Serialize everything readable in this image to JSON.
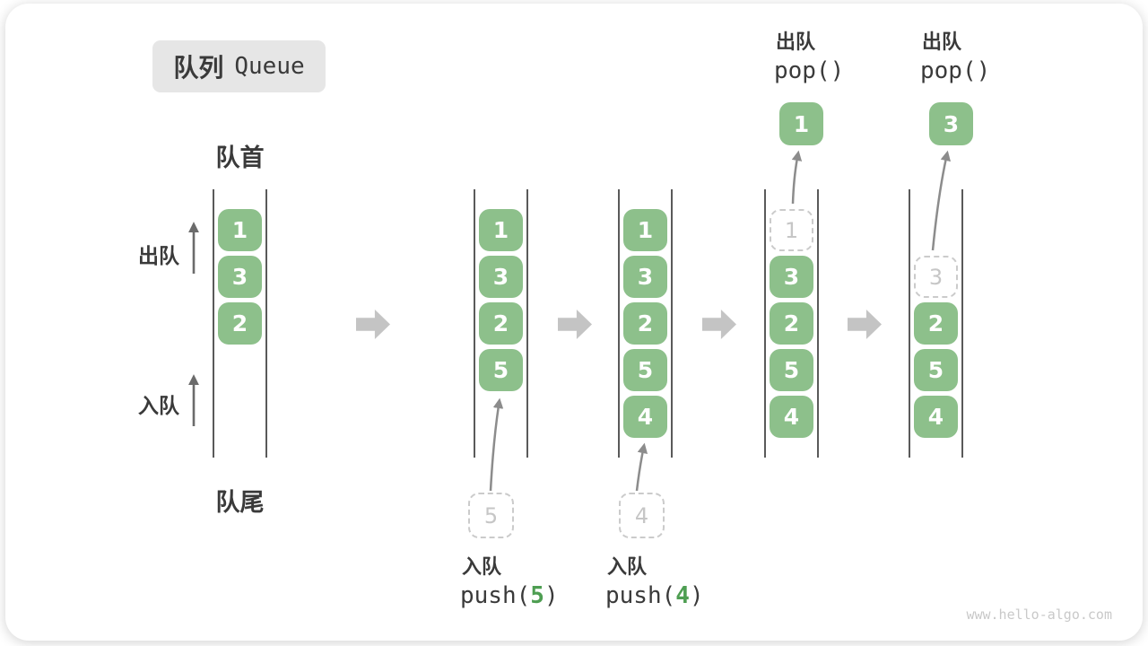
{
  "title": {
    "zh": "队列",
    "en": "Queue"
  },
  "labels": {
    "front": "队首",
    "rear": "队尾",
    "dequeue": "出队",
    "enqueue": "入队"
  },
  "colors": {
    "box-green": "#8dc08b",
    "code-green": "#4e9e52",
    "block-arrow": "#c4c4c4",
    "line": "#5a5a5a",
    "dashed-border": "#cbcbcb",
    "dashed-text": "#c6c6c6",
    "text-dark": "#3a3a3a",
    "title-bg": "#e6e6e6",
    "thin-arrow": "#8c8c8c",
    "side-arrow": "#6b6b6b",
    "watermark": "#c9c9c9"
  },
  "icons": {
    "transition_arrow": "right-block-arrow-icon",
    "flow_arrow": "curved-up-arrow-icon"
  },
  "queues": [
    {
      "name": "state-1-initial",
      "slots": [
        {
          "slot": 1,
          "value": "1",
          "type": "solid"
        },
        {
          "slot": 2,
          "value": "3",
          "type": "solid"
        },
        {
          "slot": 3,
          "value": "2",
          "type": "solid"
        }
      ]
    },
    {
      "name": "state-2-after-push-5",
      "slots": [
        {
          "slot": 1,
          "value": "1",
          "type": "solid"
        },
        {
          "slot": 2,
          "value": "3",
          "type": "solid"
        },
        {
          "slot": 3,
          "value": "2",
          "type": "solid"
        },
        {
          "slot": 4,
          "value": "5",
          "type": "solid"
        }
      ]
    },
    {
      "name": "state-3-after-push-4",
      "slots": [
        {
          "slot": 1,
          "value": "1",
          "type": "solid"
        },
        {
          "slot": 2,
          "value": "3",
          "type": "solid"
        },
        {
          "slot": 3,
          "value": "2",
          "type": "solid"
        },
        {
          "slot": 4,
          "value": "5",
          "type": "solid"
        },
        {
          "slot": 5,
          "value": "4",
          "type": "solid"
        }
      ]
    },
    {
      "name": "state-4-after-pop-1",
      "slots": [
        {
          "slot": 1,
          "value": "1",
          "type": "dashed"
        },
        {
          "slot": 2,
          "value": "3",
          "type": "solid"
        },
        {
          "slot": 3,
          "value": "2",
          "type": "solid"
        },
        {
          "slot": 4,
          "value": "5",
          "type": "solid"
        },
        {
          "slot": 5,
          "value": "4",
          "type": "solid"
        }
      ]
    },
    {
      "name": "state-5-after-pop-3",
      "slots": [
        {
          "slot": 2,
          "value": "3",
          "type": "dashed"
        },
        {
          "slot": 3,
          "value": "2",
          "type": "solid"
        },
        {
          "slot": 4,
          "value": "5",
          "type": "solid"
        },
        {
          "slot": 5,
          "value": "4",
          "type": "solid"
        }
      ]
    }
  ],
  "push_ops": [
    {
      "label": "入队",
      "code_open": "push(",
      "arg": "5",
      "code_close": ")",
      "incoming": "5"
    },
    {
      "label": "入队",
      "code_open": "push(",
      "arg": "4",
      "code_close": ")",
      "incoming": "4"
    }
  ],
  "pop_ops": [
    {
      "label": "出队",
      "code": "pop()",
      "popped": "1"
    },
    {
      "label": "出队",
      "code": "pop()",
      "popped": "3"
    }
  ],
  "watermark": "www.hello-algo.com"
}
